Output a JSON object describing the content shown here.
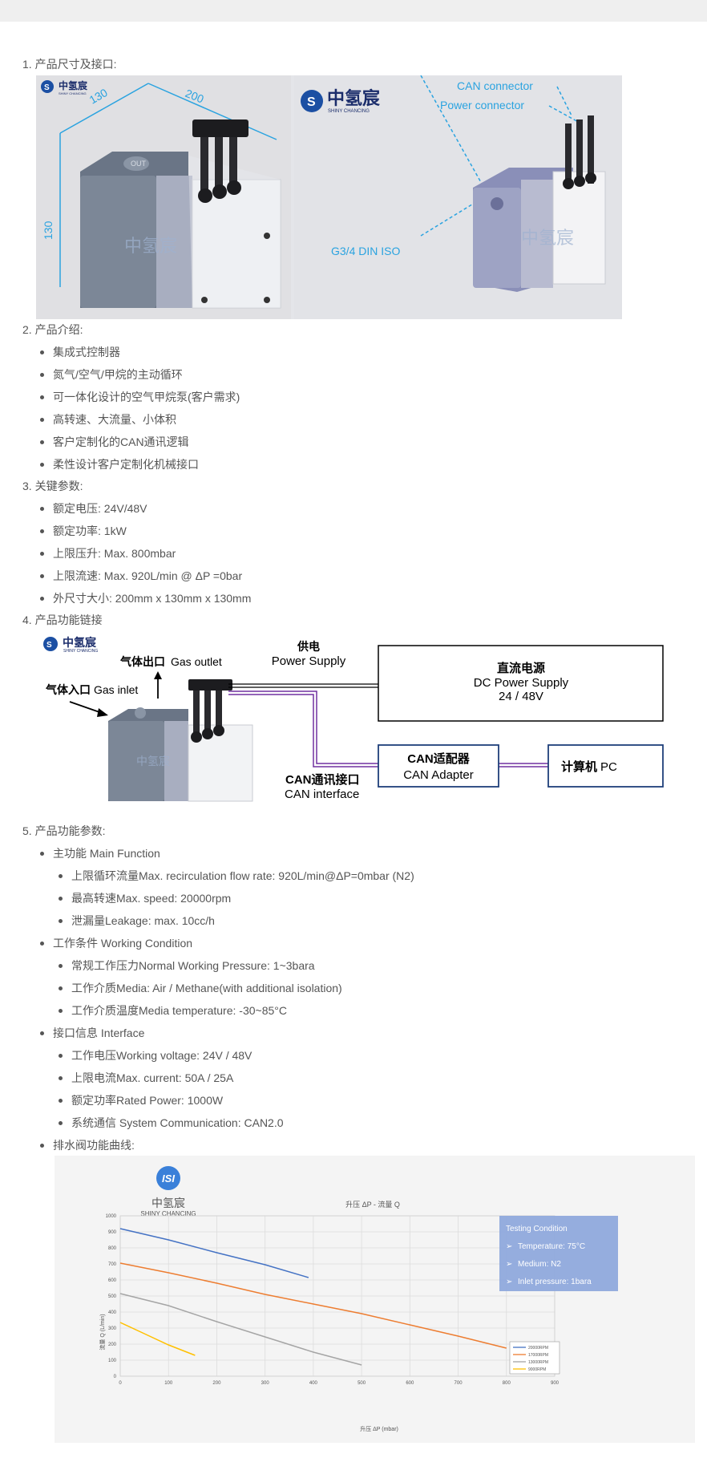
{
  "sections": {
    "s1": "1. 产品尺寸及接口:",
    "s2": "2. 产品介绍:",
    "s3": "3. 关键参数:",
    "s4": "4. 产品功能链接",
    "s5": "5. 产品功能参数:"
  },
  "intro_items": [
    "集成式控制器",
    "氮气/空气/甲烷的主动循环",
    "可一体化设计的空气甲烷泵(客户需求)",
    "高转速、大流量、小体积",
    "客户定制化的CAN通讯逻辑",
    "柔性设计客户定制化机械接口"
  ],
  "key_params": [
    "额定电压: 24V/48V",
    "额定功率: 1kW",
    "上限压升: Max. 800mbar",
    "上限流速: Max. 920L/min @ ΔP =0bar",
    "外尺寸大小: 200mm x 130mm x 130mm"
  ],
  "function_params": {
    "main": "主功能 Main Function",
    "main_items": [
      "上限循环流量Max. recirculation flow rate: 920L/min@ΔP=0mbar (N2)",
      "最高转速Max. speed: 20000rpm",
      "泄漏量Leakage: max. 10cc/h"
    ],
    "working": "工作条件 Working Condition",
    "working_items": [
      "常规工作压力Normal Working Pressure: 1~3bara",
      "工作介质Media: Air / Methane(with additional isolation)",
      "工作介质温度Media temperature: -30~85°C"
    ],
    "interface": "接口信息 Interface",
    "interface_items": [
      "工作电压Working voltage: 24V / 48V",
      "上限电流Max. current: 50A / 25A",
      "额定功率Rated Power: 1000W",
      "系统通信 System Communication: CAN2.0"
    ],
    "curve": "排水阀功能曲线:"
  },
  "dims_image": {
    "brand_cn": "中氢宸",
    "brand_en": "SHINY CHANCING",
    "dim_depth": "130",
    "dim_length": "200",
    "dim_height": "130",
    "can_connector": "CAN connector",
    "power_connector": "Power connector",
    "port": "G3/4 DIN ISO",
    "out_label": "OUT"
  },
  "link_diagram": {
    "gas_outlet_cn": "气体出口",
    "gas_outlet_en": "Gas outlet",
    "gas_inlet_cn": "气体入口",
    "gas_inlet_en": "Gas inlet",
    "supply_cn": "供电",
    "supply_en": "Power Supply",
    "dc_cn": "直流电源",
    "dc_en": "DC Power Supply",
    "dc_volt": "24 / 48V",
    "can_adapter_cn": "CAN适配器",
    "can_adapter_en": "CAN Adapter",
    "pc_cn": "计算机",
    "pc_en": "PC",
    "can_if_cn": "CAN通讯接口",
    "can_if_en": "CAN interface"
  },
  "chart_logo_text": "ISI",
  "chart_data": {
    "type": "line",
    "title": "升压 ΔP - 流量 Q",
    "xlabel": "升压 ΔP (mbar)",
    "ylabel": "流量 Q (L/min)",
    "xlim": [
      0,
      900
    ],
    "ylim": [
      0,
      1000
    ],
    "xticks": [
      0,
      100,
      200,
      300,
      400,
      500,
      600,
      700,
      800,
      900
    ],
    "yticks": [
      0,
      100,
      200,
      300,
      400,
      500,
      600,
      700,
      800,
      900,
      1000
    ],
    "grid": true,
    "legend_position": "bottom-right",
    "series": [
      {
        "name": "20000RPM",
        "color": "#4472c4",
        "x": [
          0,
          100,
          200,
          300,
          390
        ],
        "y": [
          920,
          850,
          770,
          695,
          615
        ]
      },
      {
        "name": "17000RPM",
        "color": "#ed7d31",
        "x": [
          0,
          100,
          200,
          300,
          400,
          500,
          600,
          700,
          800
        ],
        "y": [
          705,
          645,
          580,
          510,
          450,
          390,
          320,
          250,
          175
        ]
      },
      {
        "name": "13000RPM",
        "color": "#a5a5a5",
        "x": [
          0,
          100,
          200,
          300,
          400,
          500
        ],
        "y": [
          515,
          440,
          340,
          245,
          150,
          70
        ]
      },
      {
        "name": "9000RPM",
        "color": "#ffc000",
        "x": [
          0,
          50,
          100,
          155
        ],
        "y": [
          335,
          265,
          195,
          130
        ]
      }
    ],
    "testing_box": {
      "title": "Testing Condition",
      "items": [
        "Temperature: 75°C",
        "Medium: N2",
        "Inlet pressure: 1bara"
      ]
    }
  }
}
